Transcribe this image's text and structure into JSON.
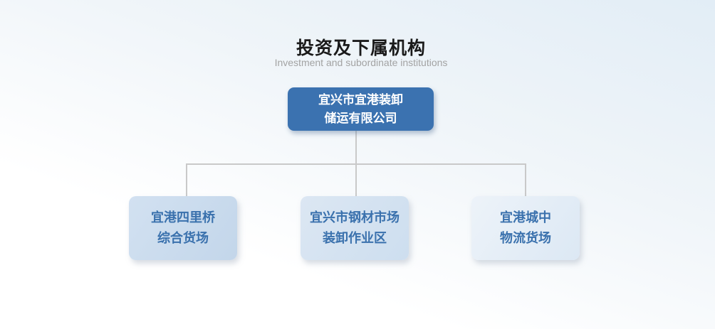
{
  "header": {
    "title": "投资及下属机构",
    "subtitle": "Investment and subordinate institutions"
  },
  "org_chart": {
    "root": {
      "line1": "宜兴市宜港装卸",
      "line2": "储运有限公司"
    },
    "children": [
      {
        "line1": "宜港四里桥",
        "line2": "综合货场"
      },
      {
        "line1": "宜兴市钢材市场",
        "line2": "装卸作业区"
      },
      {
        "line1": "宜港城中",
        "line2": "物流货场"
      }
    ]
  },
  "colors": {
    "page_bg_top": "#e2edf6",
    "page_bg_mid": "#f0f5f9",
    "page_bg_bottom": "#ffffff",
    "title_text": "#1a1a1a",
    "subtitle_text": "#a3a3a3",
    "connector": "#c9c9c9",
    "root_box": "#3b72b0",
    "root_text": "#ffffff",
    "child_text": "#3a71ad",
    "child1_bg_from": "#d2e1f1",
    "child1_bg_to": "#c3d6ea",
    "child2_bg_from": "#dce7f3",
    "child2_bg_to": "#cddeef",
    "child3_bg_from": "#edf3f9",
    "child3_bg_to": "#dce8f4"
  }
}
